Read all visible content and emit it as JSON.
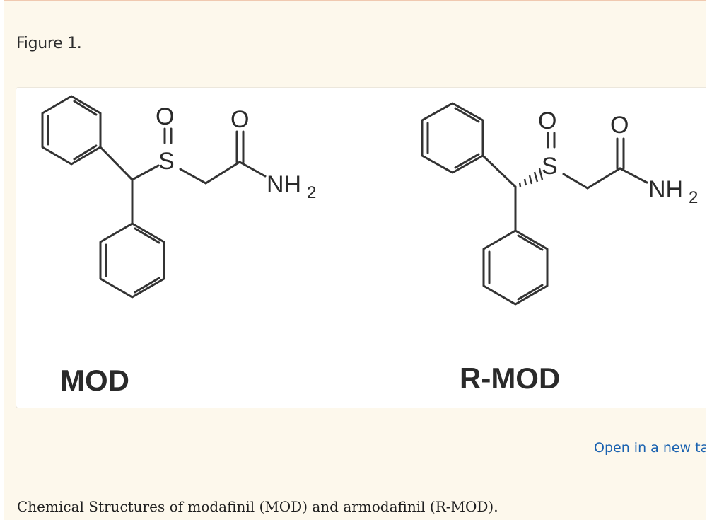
{
  "figure": {
    "label": "Figure 1.",
    "caption": "Chemical Structures of modafinil (MOD) and armodafinil (R-MOD).",
    "open_link": "Open in a new tab"
  },
  "structures": [
    {
      "id": "mod",
      "name": "MOD",
      "atoms": {
        "sulfur": "S",
        "sulfoxide_oxygen": "O",
        "carbonyl_oxygen": "O",
        "amine": "NH",
        "amine_subscript": "2"
      }
    },
    {
      "id": "r-mod",
      "name": "R-MOD",
      "atoms": {
        "sulfur": "S",
        "sulfoxide_oxygen": "O",
        "carbonyl_oxygen": "O",
        "amine": "NH",
        "amine_subscript": "2"
      }
    }
  ]
}
